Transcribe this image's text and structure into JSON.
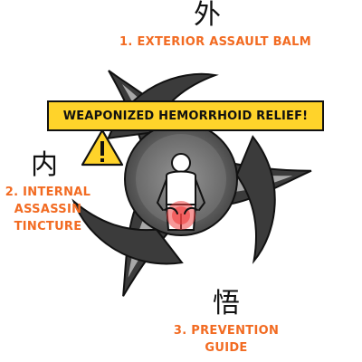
{
  "banner": {
    "text": "WEAPONIZED HEMORRHOID RELIEF!"
  },
  "nodes": [
    {
      "kanji": "外",
      "label": "1. EXTERIOR ASSAULT BALM"
    },
    {
      "kanji": "内",
      "label_lines": [
        "2. INTERNAL",
        "ASSASSIN",
        "TINCTURE"
      ]
    },
    {
      "kanji": "悟",
      "label_lines": [
        "3. PREVENTION",
        "GUIDE"
      ]
    }
  ],
  "colors": {
    "label": "#f26b22",
    "banner_bg": "#ffd32a",
    "warning": "#ffd32a",
    "shuriken_dark": "#3b3b3b",
    "shuriken_mid": "#8a8a8a",
    "shuriken_light": "#b5b5b5",
    "hotspot": "#ef4444"
  },
  "icons": [
    "shuriken-icon",
    "warning-icon",
    "person-back-icon"
  ]
}
